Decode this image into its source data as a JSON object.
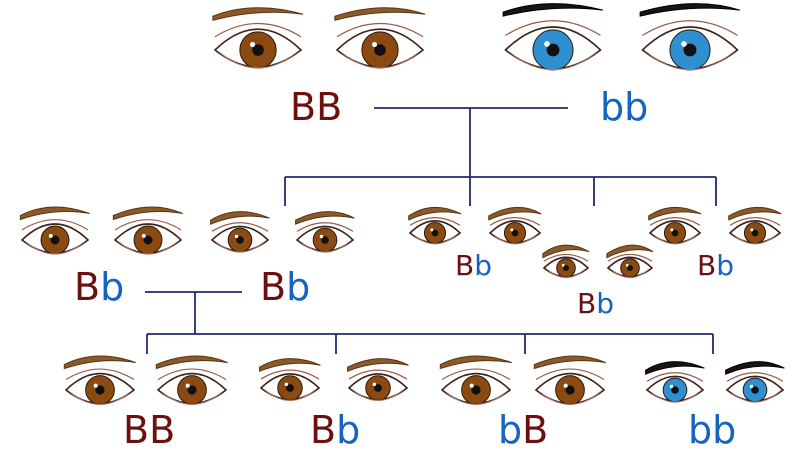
{
  "colors": {
    "dominant_allele": "#6b0f0f",
    "recessive_allele": "#1565c0",
    "brown_iris": "#8b4a12",
    "blue_iris": "#2f8fd0",
    "lines": "#1f2a6b"
  },
  "generation_1": {
    "parent_a": {
      "alleles": [
        "B",
        "B"
      ],
      "eye_color": "brown"
    },
    "parent_b": {
      "alleles": [
        "b",
        "b"
      ],
      "eye_color": "blue"
    }
  },
  "generation_2": [
    {
      "alleles": [
        "B",
        "b"
      ],
      "eye_color": "brown"
    },
    {
      "alleles": [
        "B",
        "b"
      ],
      "eye_color": "brown"
    },
    {
      "alleles": [
        "B",
        "b"
      ],
      "eye_color": "brown"
    },
    {
      "alleles": [
        "B",
        "b"
      ],
      "eye_color": "brown"
    },
    {
      "alleles": [
        "B",
        "b"
      ],
      "eye_color": "brown"
    }
  ],
  "generation_3": [
    {
      "alleles": [
        "B",
        "B"
      ],
      "eye_color": "brown"
    },
    {
      "alleles": [
        "B",
        "b"
      ],
      "eye_color": "brown"
    },
    {
      "alleles": [
        "b",
        "B"
      ],
      "eye_color": "brown"
    },
    {
      "alleles": [
        "b",
        "b"
      ],
      "eye_color": "blue"
    }
  ]
}
